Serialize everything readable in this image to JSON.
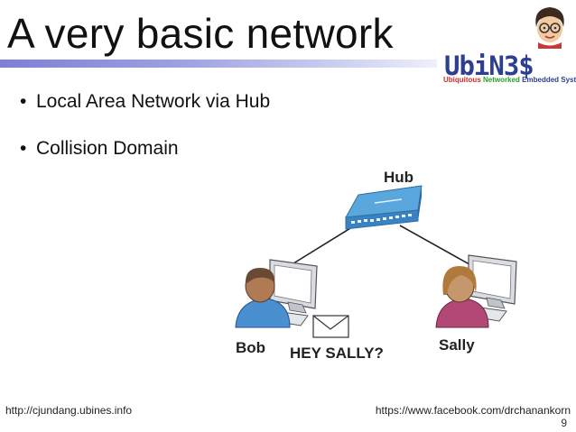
{
  "slide": {
    "title": "A very basic network",
    "bullets": [
      "Local Area Network via Hub",
      "Collision Domain"
    ]
  },
  "logo": {
    "word": "UbiN3$",
    "tagline": [
      "Ubiquitous",
      "Networked",
      "Embedded System"
    ]
  },
  "diagram": {
    "hub_label": "Hub",
    "left_user_label": "Bob",
    "right_user_label": "Sally",
    "message_label": "HEY SALLY?"
  },
  "footer": {
    "left": "http://cjundang.ubines.info",
    "right": "https://www.facebook.com/drchanankorn",
    "page_number": "9"
  },
  "colors": {
    "title_rule": "#8a8edb",
    "logo_text": "#2d3f8f",
    "hub_top": "#5aa7de",
    "bob_shirt": "#4a8fd0",
    "sally_shirt": "#b24874"
  }
}
